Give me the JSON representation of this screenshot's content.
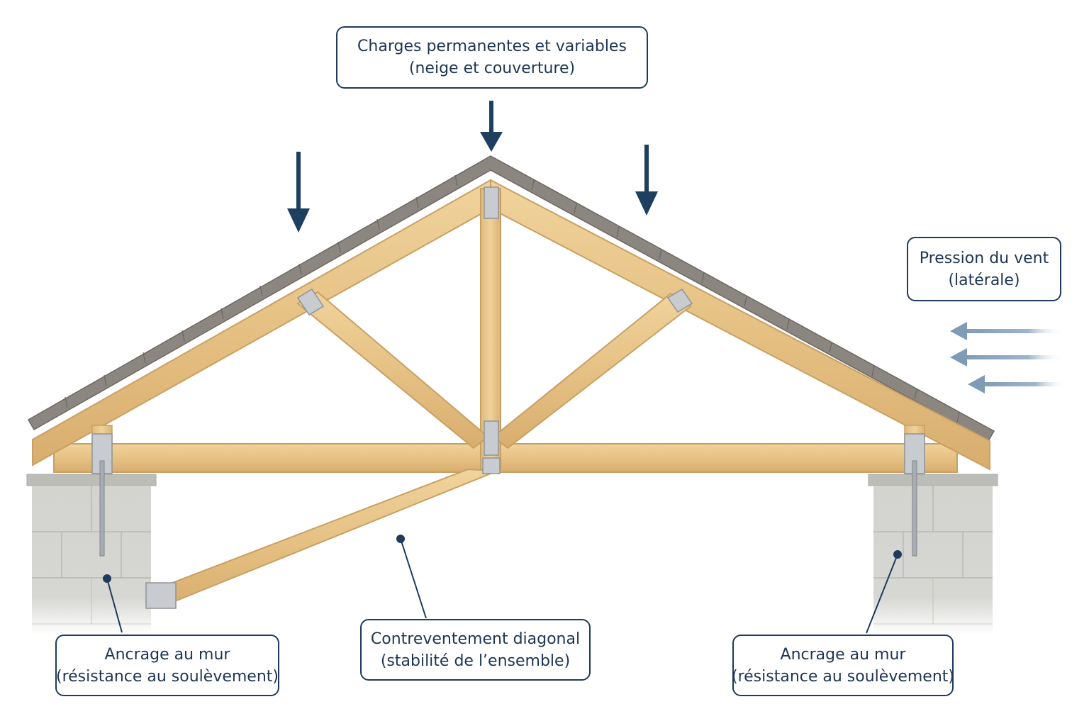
{
  "labels": {
    "loads": {
      "line1": "Charges permanentes et variables",
      "line2": "(neige et couverture)"
    },
    "wind": {
      "line1": "Pression du vent",
      "line2": "(latérale)"
    },
    "anchor_left": {
      "line1": "Ancrage au mur",
      "line2": "(résistance au soulèvement)"
    },
    "bracing": {
      "line1": "Contreventement diagonal",
      "line2": "(stabilité de l’ensemble)"
    },
    "anchor_right": {
      "line1": "Ancrage au mur",
      "line2": "(résistance au soulèvement)"
    }
  },
  "colors": {
    "label_text": "#1d3553",
    "label_border": "#1f3a5c",
    "load_arrow": "#1f3f60",
    "wind_arrow": "#7f9bb6",
    "timber": "#e8c58a",
    "timber_edge": "#c9a064",
    "roof_tile": "#8c8680",
    "masonry": "#d4d4d0",
    "steel_plate": "#c8ccd0"
  }
}
